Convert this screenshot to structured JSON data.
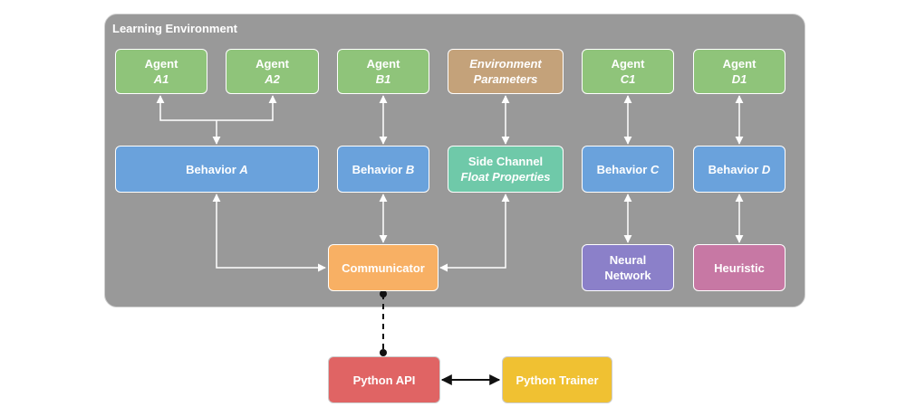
{
  "environment": {
    "title": "Learning Environment"
  },
  "nodes": {
    "agent_a1": {
      "line1": "Agent",
      "line2": "A1"
    },
    "agent_a2": {
      "line1": "Agent",
      "line2": "A2"
    },
    "agent_b1": {
      "line1": "Agent",
      "line2": "B1"
    },
    "env_params": {
      "line1": "Environment",
      "line2": "Parameters"
    },
    "agent_c1": {
      "line1": "Agent",
      "line2": "C1"
    },
    "agent_d1": {
      "line1": "Agent",
      "line2": "D1"
    },
    "behavior_a": {
      "prefix": "Behavior ",
      "suffix": "A"
    },
    "behavior_b": {
      "prefix": "Behavior ",
      "suffix": "B"
    },
    "side_channel": {
      "line1": "Side Channel",
      "line2": "Float Properties"
    },
    "behavior_c": {
      "prefix": "Behavior ",
      "suffix": "C"
    },
    "behavior_d": {
      "prefix": "Behavior ",
      "suffix": "D"
    },
    "communicator": {
      "label": "Communicator"
    },
    "neural_network": {
      "line1": "Neural",
      "line2": "Network"
    },
    "heuristic": {
      "label": "Heuristic"
    },
    "python_api": {
      "label": "Python API"
    },
    "python_trainer": {
      "label": "Python Trainer"
    }
  },
  "colors": {
    "agent": "#8fc47a",
    "environment_parameters": "#c4a27a",
    "behavior": "#6aa2dc",
    "side_channel": "#6fc9a9",
    "communicator": "#f8b064",
    "neural_network": "#8b80c9",
    "heuristic": "#c778a4",
    "python_api": "#e06464",
    "python_trainer": "#f0c132",
    "environment_background": "#999999"
  }
}
